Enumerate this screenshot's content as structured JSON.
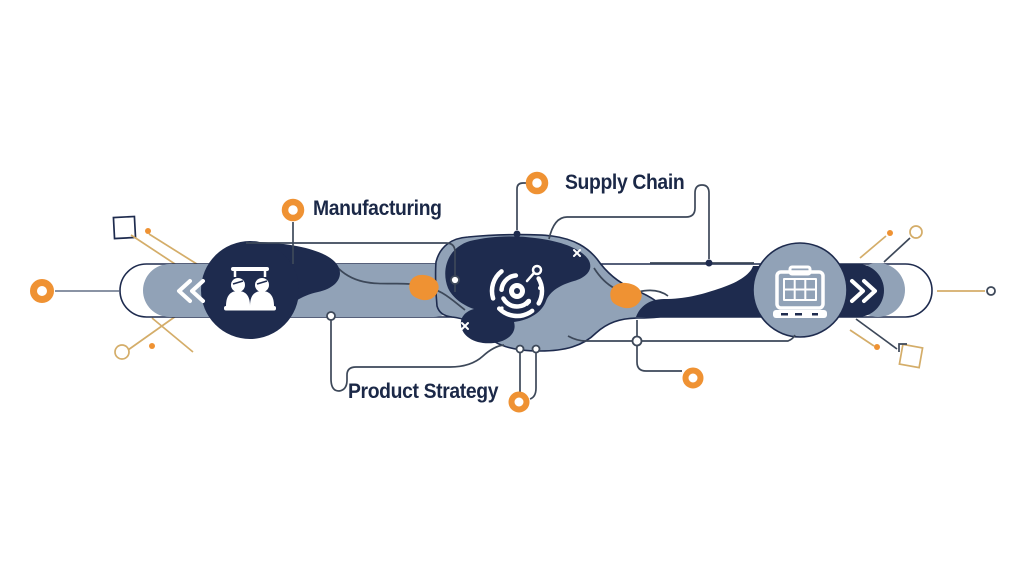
{
  "title": "Supply chain process flow diagram",
  "colors": {
    "navy": "#1e2b4e",
    "slate": "#91a2b7",
    "orange": "#ef9233",
    "tan": "#d4ad69",
    "line": "#3d4859",
    "grayline": "#8a93a4",
    "text": "#1b2847",
    "background": "#ffffff"
  },
  "labels": {
    "manufacturing": "Manufacturing",
    "supply_chain": "Supply Chain",
    "product_strategy": "Product Strategy"
  },
  "icons": {
    "left_stage": "people-negotiation-icon",
    "center_stage": "process-radar-icon",
    "right_stage": "machine-panel-icon",
    "pipe_left": "double-chevron-left-icon",
    "pipe_right": "double-chevron-right-icon"
  }
}
